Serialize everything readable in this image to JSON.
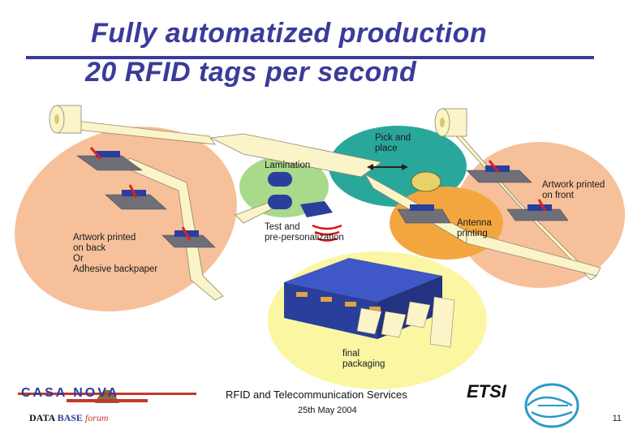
{
  "title": {
    "line1": "Fully automatized production",
    "line2": "20 RFID tags per second"
  },
  "labels": {
    "pick_and_place": [
      "Pick and",
      "place"
    ],
    "lamination": "Lamination",
    "artwork_front": [
      "Artwork printed",
      "on front"
    ],
    "test": [
      "Test and",
      "pre-personalization"
    ],
    "antenna": [
      "Antenna",
      "printing"
    ],
    "artwork_back": [
      "Artwork printed",
      "on back",
      "Or",
      "Adhesive backpaper"
    ],
    "final_packaging": [
      "final",
      "packaging"
    ]
  },
  "footer": {
    "conference": "RFID and Telecommunication Services",
    "date": "25th May 2004",
    "casanova": "CASA NOVA",
    "databank_word1": "DATA",
    "databank_word2": "BASE",
    "databank_word3": "forum",
    "etsi": "ETSI",
    "page_number": "11"
  },
  "colors": {
    "title": "#3b3b9a",
    "salmon": "#f6c09a",
    "teal": "#2aa79b",
    "green": "#a9d98a",
    "orange": "#f4a63e",
    "yellow": "#fbf6a2",
    "tape": "#fbf4c8",
    "plate": "#6f6f78",
    "blue": "#2a3e9b"
  }
}
